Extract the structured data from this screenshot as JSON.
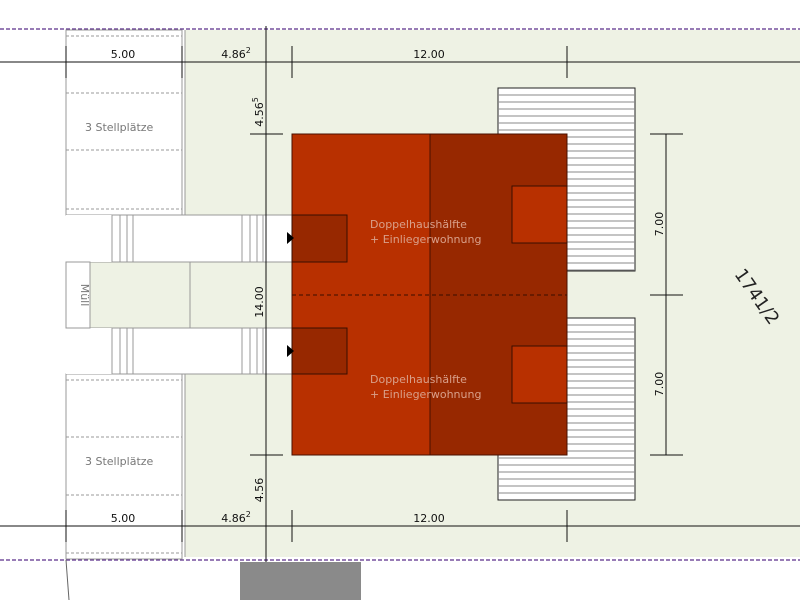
{
  "colors": {
    "ground": "#eef2e4",
    "house_light": "#b83000",
    "house_dark": "#972800",
    "boundary": "#5a2d8a",
    "street": "#8a8a8a"
  },
  "parking": {
    "top_label": "3 Stellplätze",
    "bottom_label": "3 Stellplätze"
  },
  "waste": {
    "label": "Müll"
  },
  "houses": [
    {
      "line1": "Doppelhaushälfte",
      "line2": "+ Einliegerwohnung"
    },
    {
      "line1": "Doppelhaushälfte",
      "line2": "+ Einliegerwohnung"
    }
  ],
  "dimensions": {
    "top": {
      "parking": "5.00",
      "setback": "4.86",
      "setback_sup": "2",
      "house": "12.00"
    },
    "bottom": {
      "parking": "5.00",
      "setback": "4.86",
      "setback_sup": "2",
      "house": "12.00"
    },
    "left": {
      "top": "4.56",
      "top_sup": "5",
      "house": "14.00",
      "bottom": "4.56"
    },
    "right": {
      "upper": "7.00",
      "lower": "7.00"
    }
  },
  "parcel": {
    "number": "1741/2"
  }
}
